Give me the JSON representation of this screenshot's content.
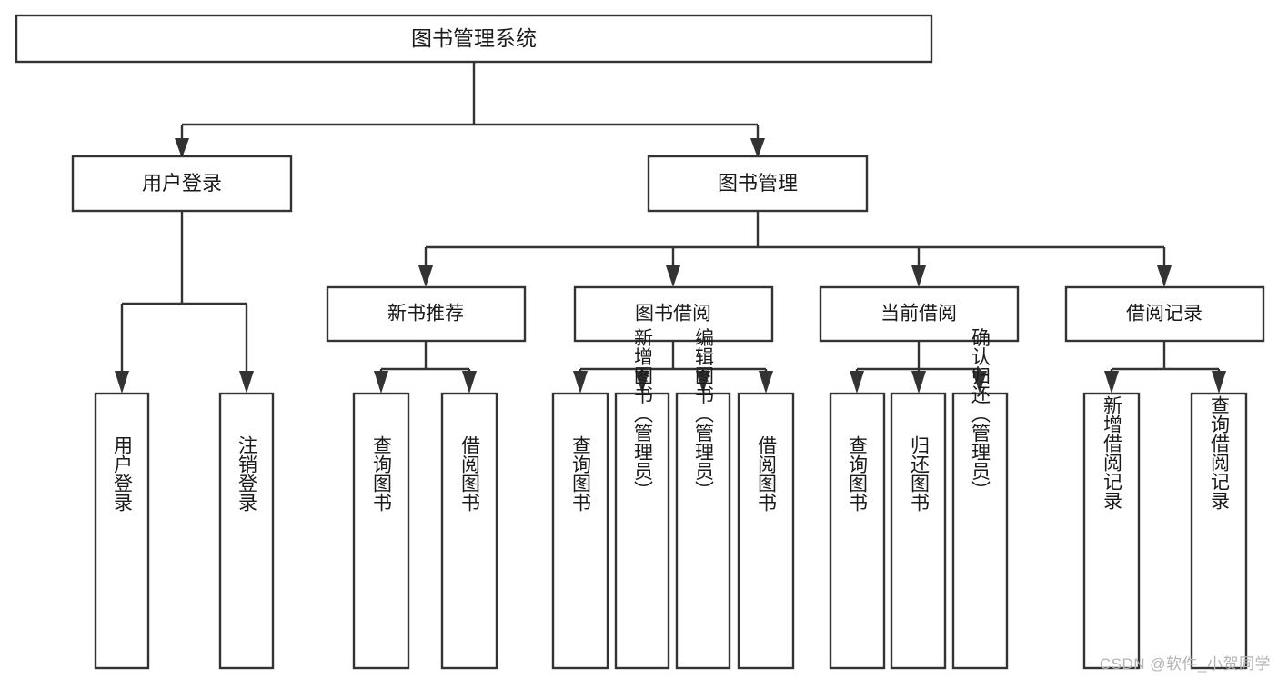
{
  "diagram": {
    "type": "tree-hierarchy",
    "title": "图书管理系统",
    "watermark": "CSDN @软件_小贺同学",
    "colors": {
      "stroke": "#333333",
      "fill": "#ffffff",
      "text": "#1a1a1a",
      "watermark": "#b4b4b4",
      "background": "#ffffff"
    },
    "root": {
      "label": "图书管理系统",
      "level": 1,
      "children": [
        {
          "label": "用户登录",
          "level": 2,
          "children": [
            {
              "label": "用户登录",
              "level": 3,
              "orientation": "vertical"
            },
            {
              "label": "注销登录",
              "level": 3,
              "orientation": "vertical"
            }
          ]
        },
        {
          "label": "图书管理",
          "level": 2,
          "children": [
            {
              "label": "新书推荐",
              "level": 3,
              "children": [
                {
                  "label": "查询图书",
                  "level": 4,
                  "orientation": "vertical"
                },
                {
                  "label": "借阅图书",
                  "level": 4,
                  "orientation": "vertical"
                }
              ]
            },
            {
              "label": "图书借阅",
              "level": 3,
              "children": [
                {
                  "label": "查询图书",
                  "level": 4,
                  "orientation": "vertical"
                },
                {
                  "label": "新增图书（管理员）",
                  "level": 4,
                  "orientation": "vertical"
                },
                {
                  "label": "编辑图书（管理员）",
                  "level": 4,
                  "orientation": "vertical"
                },
                {
                  "label": "借阅图书",
                  "level": 4,
                  "orientation": "vertical"
                }
              ]
            },
            {
              "label": "当前借阅",
              "level": 3,
              "children": [
                {
                  "label": "查询图书",
                  "level": 4,
                  "orientation": "vertical"
                },
                {
                  "label": "归还图书",
                  "level": 4,
                  "orientation": "vertical"
                },
                {
                  "label": "确认归还（管理员）",
                  "level": 4,
                  "orientation": "vertical"
                }
              ]
            },
            {
              "label": "借阅记录",
              "level": 3,
              "children": [
                {
                  "label": "新增借阅记录",
                  "level": 4,
                  "orientation": "vertical"
                },
                {
                  "label": "查询借阅记录",
                  "level": 4,
                  "orientation": "vertical"
                }
              ]
            }
          ]
        }
      ]
    },
    "nodes": {
      "root": {
        "label": "图书管理系统"
      },
      "l2_0": {
        "label": "用户登录"
      },
      "l2_1": {
        "label": "图书管理"
      },
      "l3_0": {
        "label": "新书推荐"
      },
      "l3_1": {
        "label": "图书借阅"
      },
      "l3_2": {
        "label": "当前借阅"
      },
      "l3_3": {
        "label": "借阅记录"
      },
      "leaf_0": {
        "label": "用户登录"
      },
      "leaf_1": {
        "label": "注销登录"
      },
      "leaf_2": {
        "label": "查询图书"
      },
      "leaf_3": {
        "label": "借阅图书"
      },
      "leaf_4": {
        "label": "查询图书"
      },
      "leaf_5": {
        "label": "新增图书（管理员）"
      },
      "leaf_6": {
        "label": "编辑图书（管理员）"
      },
      "leaf_7": {
        "label": "借阅图书"
      },
      "leaf_8": {
        "label": "查询图书"
      },
      "leaf_9": {
        "label": "归还图书"
      },
      "leaf_10": {
        "label": "确认归还（管理员）"
      },
      "leaf_11": {
        "label": "新增借阅记录"
      },
      "leaf_12": {
        "label": "查询借阅记录"
      }
    }
  }
}
